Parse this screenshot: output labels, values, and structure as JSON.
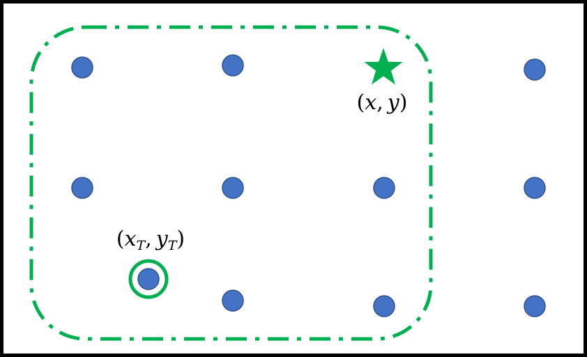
{
  "colors": {
    "border": "#000000",
    "region": "#00B050",
    "dot_fill": "#4472C4",
    "dot_stroke": "#2F528F",
    "background": "#FFFFFF"
  },
  "grid": {
    "rows": 3,
    "columns": 4,
    "icon": "blue-circle"
  },
  "query_point": {
    "icon": "star-icon",
    "label": {
      "open": "(",
      "x": "x",
      "sep": ",",
      "y": "y",
      "close": ")"
    }
  },
  "target_point": {
    "icon": "ring-icon",
    "label": {
      "open": "(",
      "x": "x",
      "x_sub": "T",
      "sep": ",",
      "y": "y",
      "y_sub": "T",
      "close": ")"
    }
  },
  "region": {
    "line_style": "dash-dot",
    "shape": "rounded-rectangle"
  }
}
